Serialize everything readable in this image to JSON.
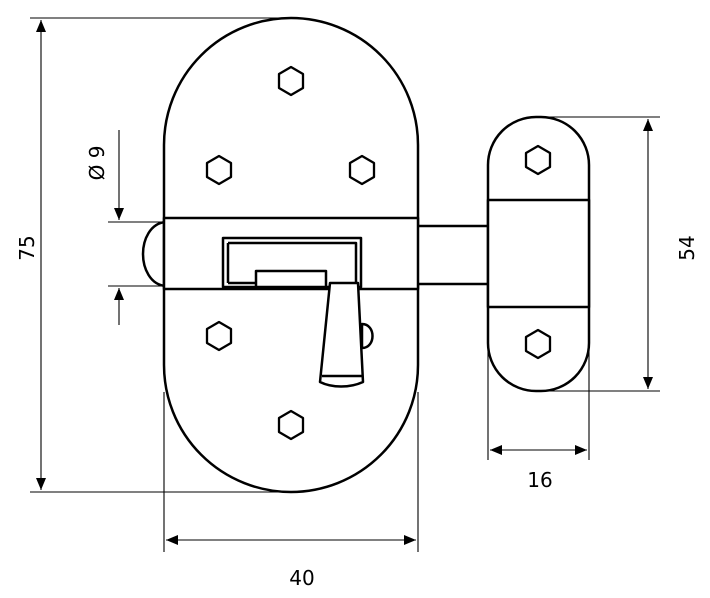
{
  "dimensions": {
    "height_total": "75",
    "width_total": "40",
    "bolt_diameter": "Ø 9",
    "keeper_height": "54",
    "keeper_width": "16"
  },
  "colors": {
    "line": "#000000",
    "background": "#ffffff"
  }
}
